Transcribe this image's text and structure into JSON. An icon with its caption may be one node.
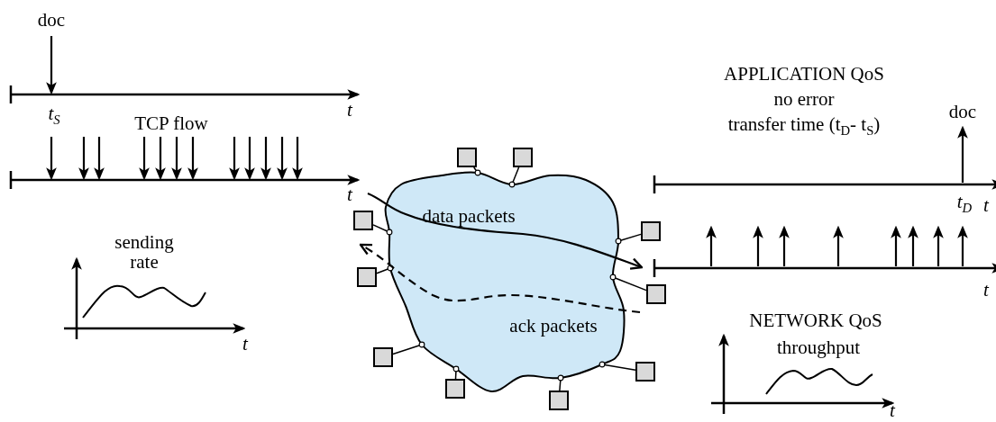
{
  "diagram": {
    "nodes": [
      {
        "text": [],
        "shape": "cloud"
      },
      {
        "text": [],
        "shape": "box"
      },
      {
        "text": [],
        "shape": "box"
      },
      {
        "text": [],
        "shape": "box"
      },
      {
        "text": [],
        "shape": "box"
      },
      {
        "text": [],
        "shape": "box"
      },
      {
        "text": [],
        "shape": "box"
      },
      {
        "text": [],
        "shape": "box"
      },
      {
        "text": [],
        "shape": "box"
      },
      {
        "text": [],
        "shape": "box"
      },
      {
        "text": [],
        "shape": "box"
      }
    ],
    "edges": [
      {
        "from": 1,
        "to": 0,
        "arrow": "other"
      },
      {
        "from": 2,
        "to": 0,
        "arrow": "other"
      },
      {
        "from": 3,
        "to": 0,
        "arrow": "other"
      },
      {
        "from": 4,
        "to": 0,
        "arrow": "other"
      },
      {
        "from": 5,
        "to": 0,
        "arrow": "other"
      },
      {
        "from": 6,
        "to": 0,
        "arrow": "other"
      },
      {
        "from": 7,
        "to": 0,
        "arrow": "other"
      },
      {
        "from": 8,
        "to": 0,
        "arrow": "other"
      },
      {
        "from": 9,
        "to": 0,
        "arrow": "other"
      },
      {
        "from": 10,
        "to": 0,
        "arrow": "other"
      }
    ],
    "labels": [
      "doc",
      "APPLICATION QoS",
      "no error",
      "t$_{S}$",
      "t",
      "doc",
      "TCP flow",
      "transfer time (t$_{D}$- t$_{S}$)",
      "t",
      "t$_{D}$",
      "t",
      "data packets",
      "sending rate",
      "t",
      "ack packets",
      "NETWORK QoS",
      "throughput",
      "t",
      "t"
    ]
  }
}
